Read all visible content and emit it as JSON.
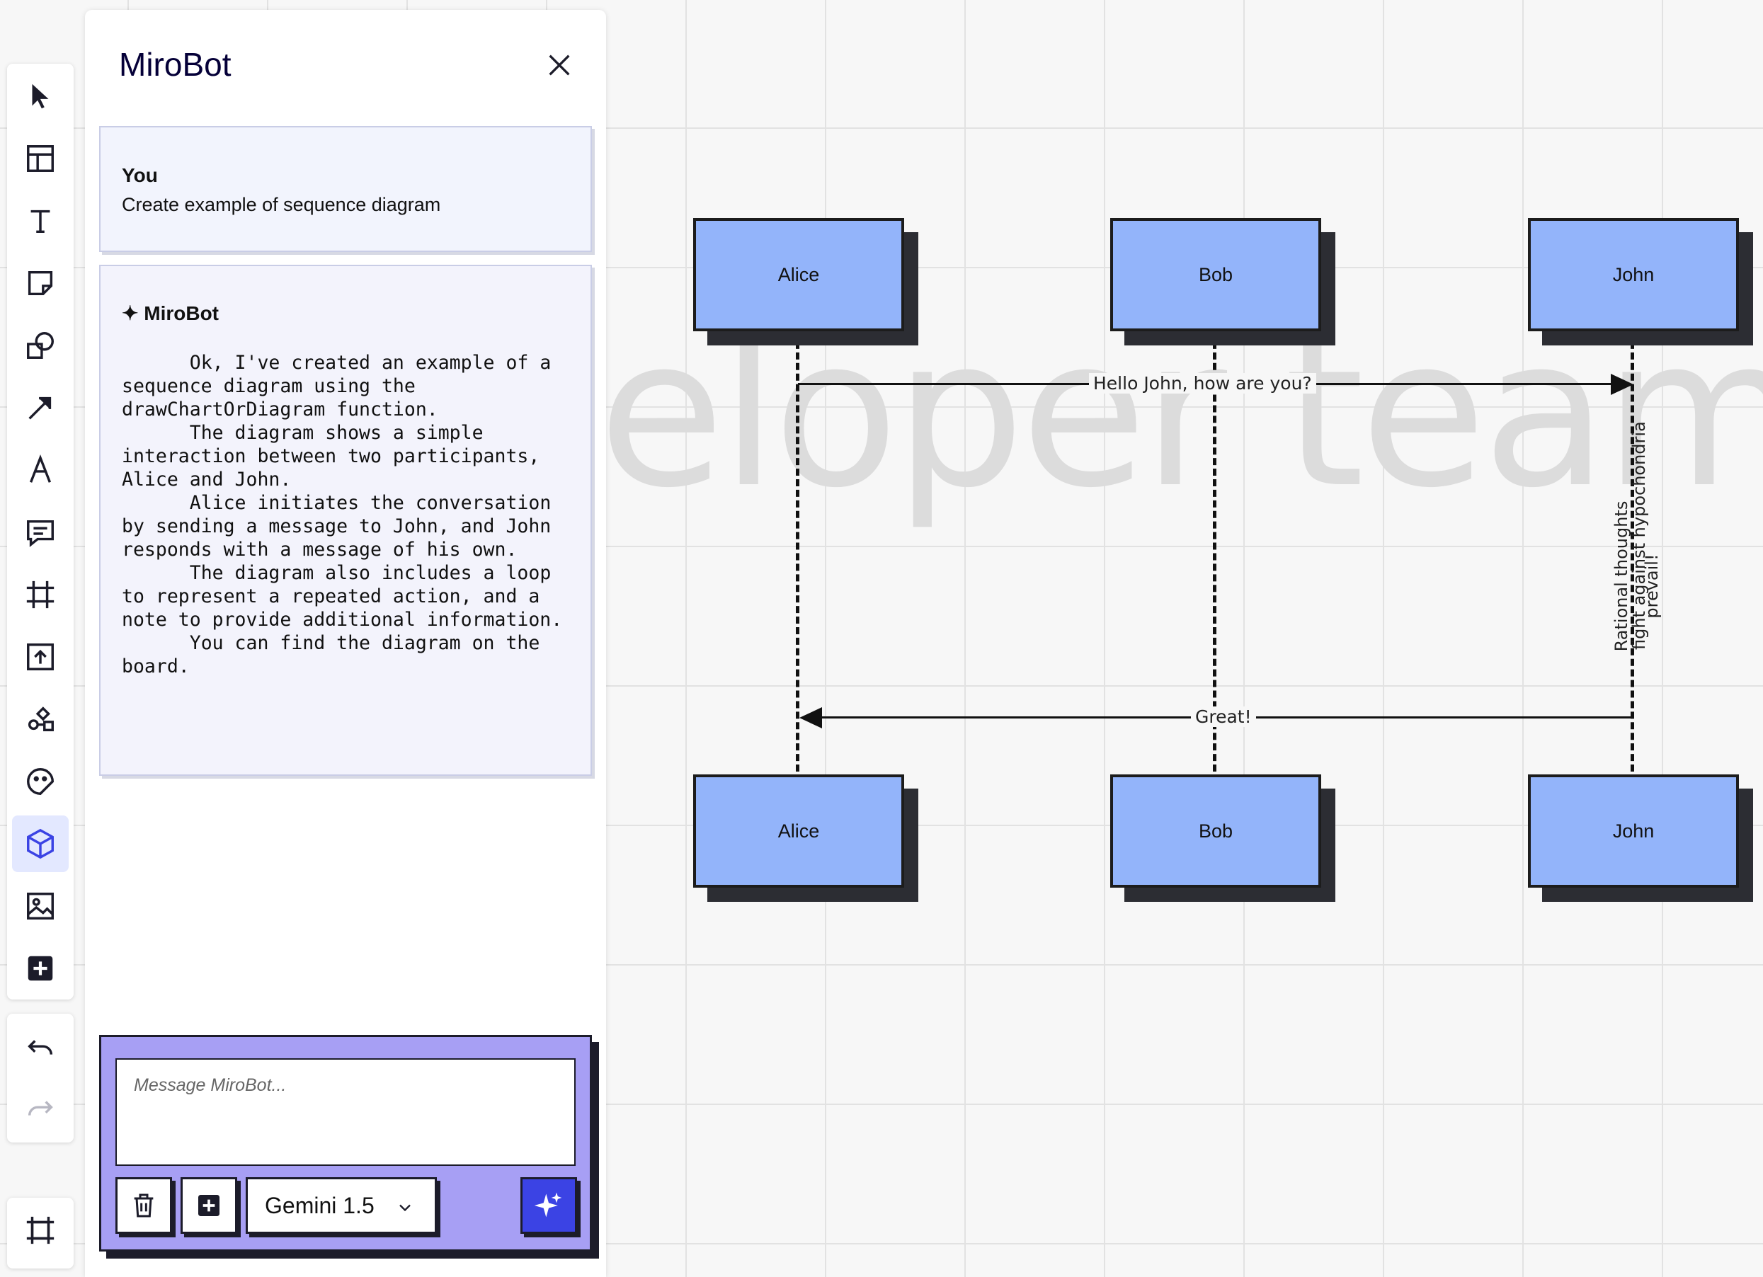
{
  "watermark": "eloper team",
  "diagram": {
    "actors": [
      "Alice",
      "Bob",
      "John"
    ],
    "messages": [
      {
        "from": "Alice",
        "to": "John",
        "text": "Hello John, how are you?"
      },
      {
        "from": "John",
        "to": "Alice",
        "text": "Great!"
      }
    ],
    "note": {
      "over": "John",
      "lines": [
        "Rational thoughts",
        "fight against hypochondria",
        "prevail!"
      ]
    },
    "colors": {
      "actor_fill": "#93b4fa",
      "actor_shadow": "#2c2d33",
      "line": "#111111"
    }
  },
  "toolbar": {
    "tools": [
      "select-tool",
      "templates-tool",
      "text-tool",
      "sticky-note-tool",
      "shapes-tool",
      "connection-line-tool",
      "pen-tool",
      "comment-tool",
      "frame-tool",
      "upload-tool",
      "diagram-tool",
      "sticker-tool",
      "mirobot-app-tool",
      "image-tool",
      "more-apps-tool"
    ],
    "active_tool": "mirobot-app-tool",
    "history": [
      "undo",
      "redo"
    ]
  },
  "panel": {
    "title": "MiroBot",
    "messages": [
      {
        "author": "You",
        "text": "Create example of sequence diagram"
      },
      {
        "author": "✦ MiroBot",
        "text": "      Ok, I've created an example of a sequence diagram using the drawChartOrDiagram function.\n      The diagram shows a simple interaction between two participants, Alice and John.\n      Alice initiates the conversation by sending a message to John, and John responds with a message of his own.\n      The diagram also includes a loop to represent a repeated action, and a note to provide additional information.\n      You can find the diagram on the board."
      }
    ],
    "composer": {
      "placeholder": "Message MiroBot...",
      "model": "Gemini 1.5"
    },
    "colors": {
      "composer_bg": "#a79ff4",
      "send_button": "#3b43e4",
      "title": "#050038"
    }
  }
}
